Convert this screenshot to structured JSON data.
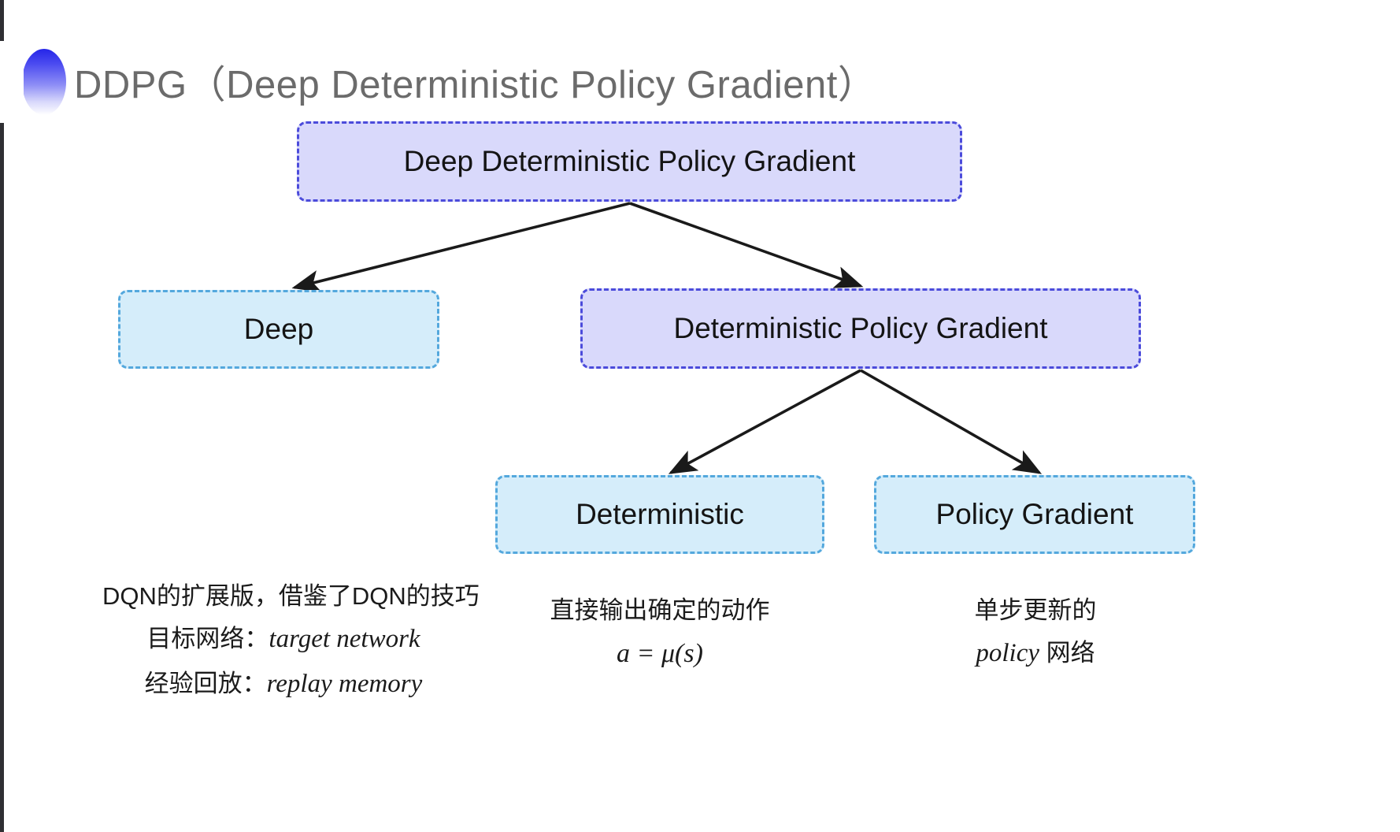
{
  "slide": {
    "title": "DDPG（Deep Deterministic Policy Gradient）",
    "bullet_icon": "gradient-circle-bullet",
    "title_color": "#6b6b6b",
    "background": "#ffffff"
  },
  "colors": {
    "purple_fill": "#d9d9fb",
    "purple_border": "#4b4bdb",
    "blue_fill": "#d5edfa",
    "blue_border": "#54a8dd",
    "connector": "#1a1a1a",
    "text": "#141414"
  },
  "diagram": {
    "type": "tree",
    "nodes": [
      {
        "id": "root",
        "label": "Deep Deterministic Policy Gradient",
        "style": "purple"
      },
      {
        "id": "deep",
        "label": "Deep",
        "style": "blue"
      },
      {
        "id": "dpg",
        "label": "Deterministic Policy Gradient",
        "style": "purple"
      },
      {
        "id": "det",
        "label": "Deterministic",
        "style": "blue"
      },
      {
        "id": "pg",
        "label": "Policy Gradient",
        "style": "blue"
      }
    ],
    "edges": [
      {
        "from": "root",
        "to": "deep"
      },
      {
        "from": "root",
        "to": "dpg"
      },
      {
        "from": "dpg",
        "to": "det"
      },
      {
        "from": "dpg",
        "to": "pg"
      }
    ]
  },
  "captions": {
    "left": {
      "line1": "DQN的扩展版，借鉴了DQN的技巧",
      "line2_label": "目标网络：",
      "line2_term": "target network",
      "line3_label": "经验回放：",
      "line3_term": "replay memory"
    },
    "middle": {
      "line1": "直接输出确定的动作",
      "formula": "a = μ(s)"
    },
    "right": {
      "line1": "单步更新的",
      "line2_term": "policy",
      "line2_rest": " 网络"
    }
  }
}
